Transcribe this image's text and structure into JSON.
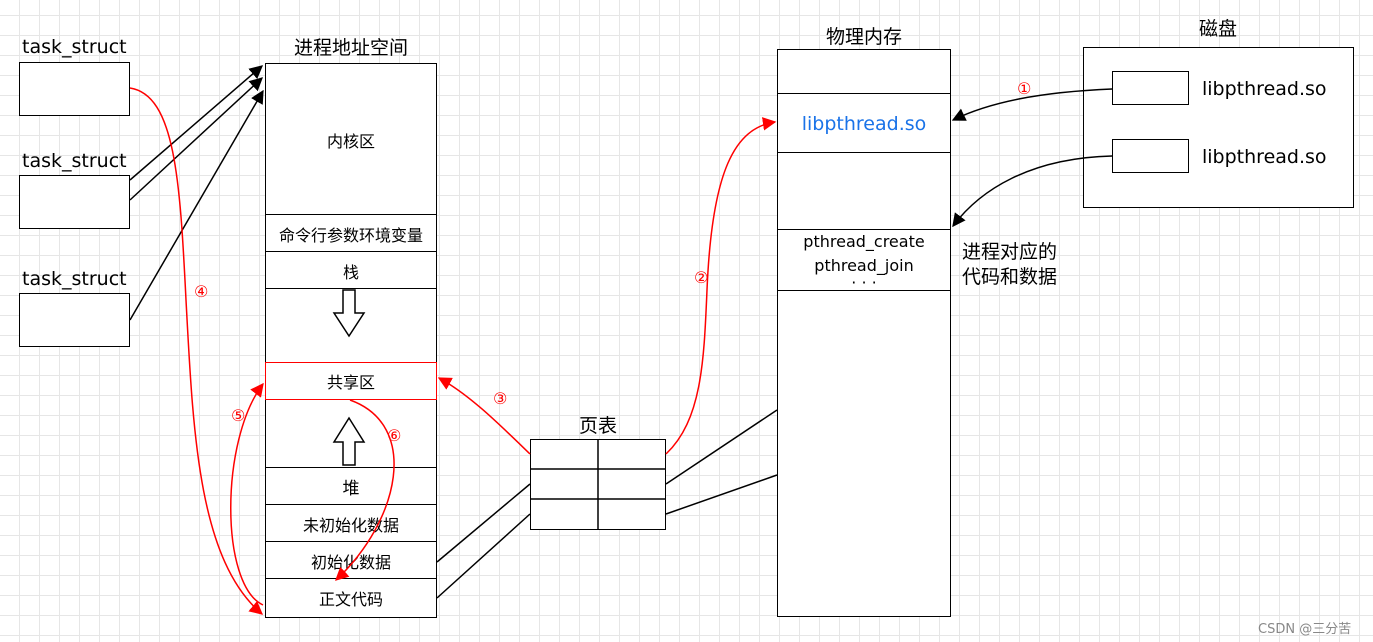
{
  "task_structs": [
    "task_struct",
    "task_struct",
    "task_struct"
  ],
  "address_space": {
    "title": "进程地址空间",
    "segments": {
      "kernel": "内核区",
      "cmdline_env": "命令行参数环境变量",
      "stack": "栈",
      "shared": "共享区",
      "heap": "堆",
      "bss": "未初始化数据",
      "data": "初始化数据",
      "text": "正文代码"
    }
  },
  "page_table": {
    "title": "页表"
  },
  "physical_memory": {
    "title": "物理内存",
    "lib_label": "libpthread.so",
    "code_lines": [
      "pthread_create",
      "pthread_join",
      "· · ·"
    ],
    "side_label_line1": "进程对应的",
    "side_label_line2": "代码和数据"
  },
  "disk": {
    "title": "磁盘",
    "files": [
      "libpthread.so",
      "libpthread.so"
    ]
  },
  "steps": [
    "①",
    "②",
    "③",
    "④",
    "⑤",
    "⑥"
  ],
  "watermark": "CSDN @三分苦",
  "colors": {
    "highlight": "#ff0000",
    "lib": "#1a73e8",
    "line": "#000000"
  }
}
